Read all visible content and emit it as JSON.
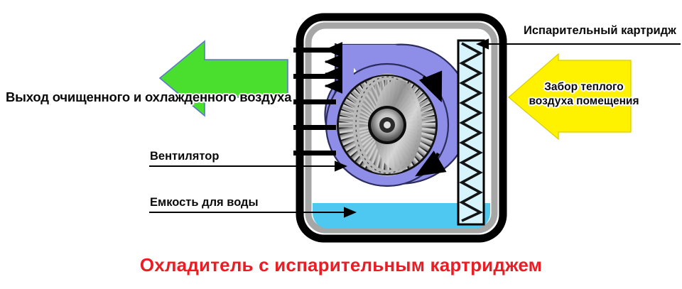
{
  "diagram": {
    "title": "Охладитель с испарительным картриджем",
    "title_color": "#ed1c24",
    "labels": {
      "outlet": "Выход очищенного и охлажденного воздуха",
      "fan": "Вентилятор",
      "tank": "Емкость для воды",
      "cartridge": "Испарительный картридж",
      "intake_line1": "Забор теплого",
      "intake_line2": "воздуха помещения"
    },
    "arrows": {
      "outlet_arrow": {
        "direction": "left",
        "color": "#4ade2e",
        "outline": "#5b79c9"
      },
      "intake_arrow": {
        "direction": "left",
        "color": "#fff200",
        "outline": "#d6cc00"
      }
    },
    "components": {
      "housing_outer_color": "#000000",
      "housing_inner_color": "#a6a6a6",
      "fan_scroll_color": "#8e8ee8",
      "fan_blade_color": "#9a9a9a",
      "water_color": "#4ec8f0",
      "cartridge_fill": "#d7f3fb",
      "cartridge_zigzag_color": "#1a1a1a",
      "louver_count": 5,
      "outlet_flow_arrow_count": 4,
      "rotation_arrow_count": 2
    }
  }
}
